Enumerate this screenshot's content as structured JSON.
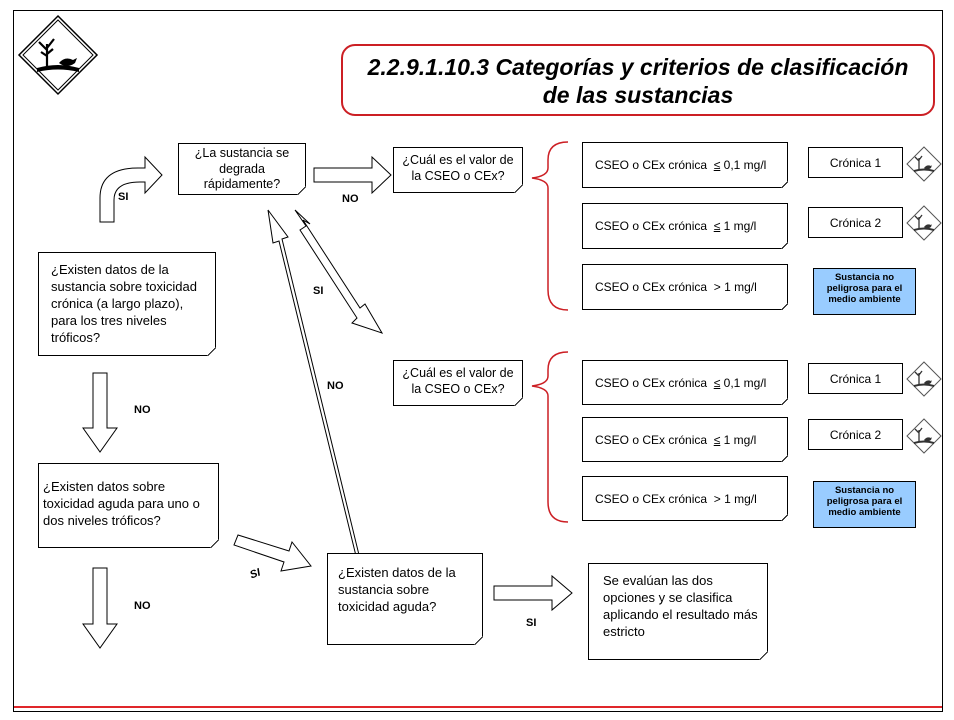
{
  "title": {
    "line1": "2.2.9.1.10.3 Categorías y criterios de clasificación",
    "line2": "de las sustancias"
  },
  "icons": {
    "main_symbol": "environment-hazard-diamond-icon",
    "small_symbol": "environment-hazard-diamond-icon"
  },
  "questions": {
    "chronic_data": "¿Existen datos de la sustancia sobre toxicidad crónica (a largo plazo), para los tres niveles tróficos?",
    "degrades": "¿La sustancia se degrada rápidamente?",
    "cseo_value_upper": "¿Cuál es el valor de la CSEO o CEx?",
    "cseo_value_lower": "¿Cuál es el valor de la CSEO o CEx?",
    "acute_data": "¿Existen datos sobre toxicidad aguda para uno o dos niveles tróficos?",
    "acute_data_substance": "¿Existen datos de la sustancia sobre toxicidad aguda?",
    "evaluate_both": "Se evalúan las dos opciones y se clasifica aplicando el resultado más estricto"
  },
  "criteria": {
    "prefix": "CSEO o CEx crónica",
    "op_le": "≤",
    "op_gt": ">",
    "v1": "0,1 mg/l",
    "v2": "1 mg/l",
    "v3": "1 mg/l"
  },
  "outcomes": {
    "cronica1": "Crónica 1",
    "cronica2": "Crónica 2",
    "not_hazardous": "Sustancia no peligrosa para el medio ambiente"
  },
  "arrow_labels": {
    "si": "SI",
    "no": "NO",
    "si_italic": "SI"
  },
  "colors": {
    "accent_red": "#cc1f24",
    "not_hazardous_fill": "#99ccff"
  }
}
